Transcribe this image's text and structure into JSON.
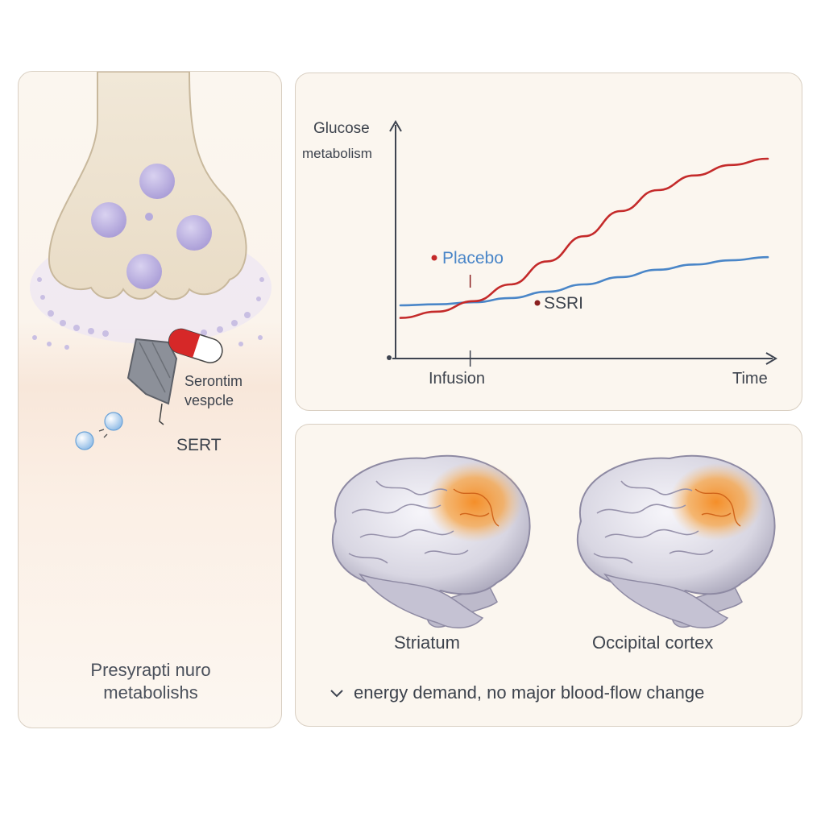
{
  "neuron_panel": {
    "vesicle_label_line1": "Serontim",
    "vesicle_label_line2": "vespcle",
    "sert_label": "SERT",
    "caption_line1": "Presyrapti nuro",
    "caption_line2": "metabolishs"
  },
  "chart_data": {
    "type": "line",
    "ylabel_line1": "Glucose",
    "ylabel_line2": "metabolism",
    "xlabel": "Time",
    "marker_label": "Infusion",
    "xlim": [
      0,
      10
    ],
    "ylim": [
      0,
      10
    ],
    "series": [
      {
        "name": "Placebo",
        "color": "#4a86c8",
        "x": [
          0,
          1,
          2,
          3,
          4,
          5,
          6,
          7,
          8,
          9,
          10
        ],
        "y": [
          2.0,
          2.05,
          2.15,
          2.35,
          2.65,
          3.0,
          3.35,
          3.7,
          3.95,
          4.15,
          4.3
        ]
      },
      {
        "name": "SSRI",
        "color": "#c42a2a",
        "x": [
          0,
          1,
          2,
          3,
          4,
          5,
          6,
          7,
          8,
          9,
          10
        ],
        "y": [
          1.4,
          1.7,
          2.2,
          3.0,
          4.1,
          5.3,
          6.5,
          7.5,
          8.2,
          8.7,
          9.0
        ]
      }
    ],
    "infusion_x": 1.9,
    "legend_colors": {
      "placebo_dot": "#c42a2a",
      "ssri_dot": "#8b2020"
    }
  },
  "brain_panel": {
    "left_label": "Striatum",
    "right_label": "Occipital cortex",
    "footer_icon": "chevron-down-icon",
    "footer_text": "energy demand, no major blood-flow change",
    "highlight_color": "#f59a2b"
  }
}
